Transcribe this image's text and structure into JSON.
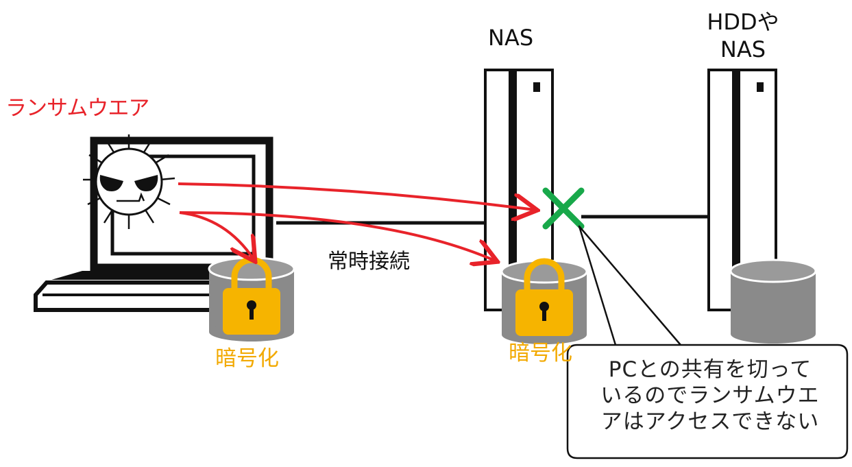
{
  "labels": {
    "ransomware": "ランサムウエア",
    "nas": "NAS",
    "hdd_nas_line1": "HDDや",
    "hdd_nas_line2": "NAS",
    "always_connected": "常時接続",
    "encrypted_left": "暗号化",
    "encrypted_right": "暗号化"
  },
  "callout": {
    "line1": "PCとの共有を切って",
    "line2": "いるのでランサムウエ",
    "line3": "アはアクセスできない"
  },
  "colors": {
    "attack_arrow": "#e8232a",
    "block_mark": "#18a84a",
    "lock_body": "#f6b400",
    "disk": "#8a8a8a",
    "ransomware_text": "#e8232a",
    "encrypted_text": "#f2a900"
  },
  "icons": {
    "laptop": "laptop-icon",
    "virus": "angry-virus-icon",
    "server": "server-tower-icon",
    "disk": "disk-cylinder-icon",
    "lock": "padlock-icon",
    "block": "x-mark-icon"
  }
}
